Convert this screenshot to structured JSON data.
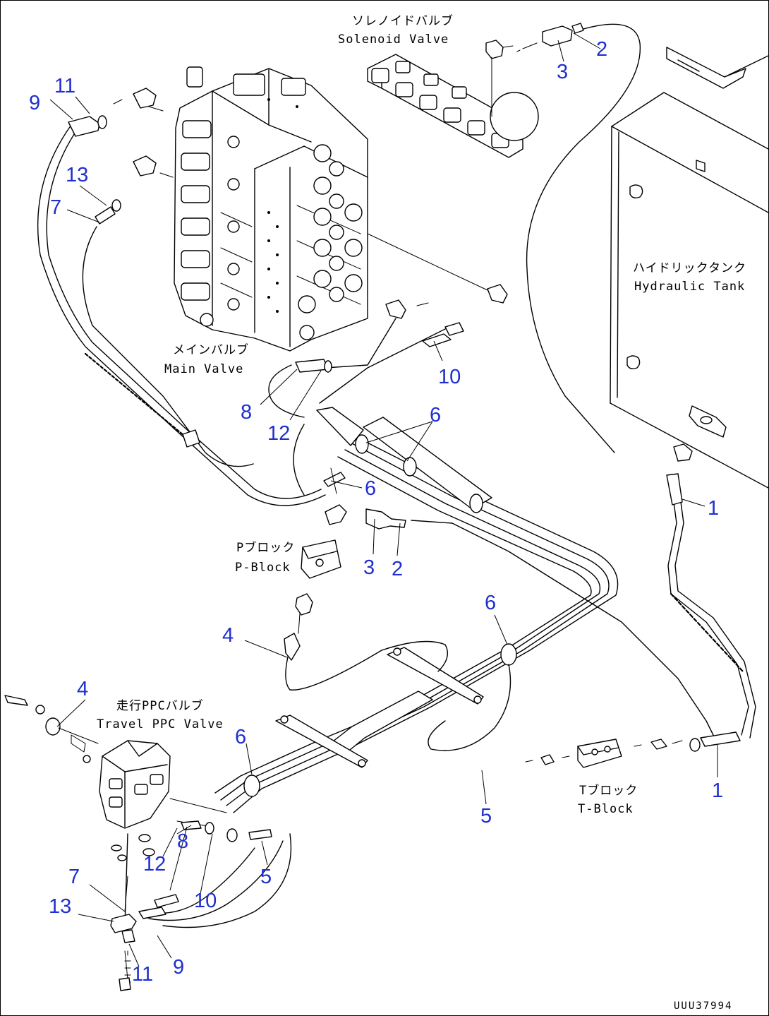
{
  "labels": {
    "solenoid_valve_jp": "ソレノイドバルブ",
    "solenoid_valve": "Solenoid Valve",
    "main_valve_jp": "メインバルブ",
    "main_valve": "Main Valve",
    "hydraulic_tank_jp": "ハイドリックタンク",
    "hydraulic_tank": "Hydraulic Tank",
    "p_block_jp": "Pブロック",
    "p_block": "P-Block",
    "travel_ppc_valve_jp": "走行PPCバルブ",
    "travel_ppc_valve": "Travel PPC Valve",
    "t_block_jp": "Tブロック",
    "t_block": "T-Block"
  },
  "drawing_code": "UUU37994",
  "callouts": [
    "1",
    "1",
    "2",
    "2",
    "3",
    "3",
    "4",
    "4",
    "5",
    "5",
    "6",
    "6",
    "6",
    "6",
    "7",
    "7",
    "8",
    "8",
    "9",
    "9",
    "10",
    "10",
    "11",
    "11",
    "12",
    "12",
    "13",
    "13"
  ],
  "colors": {
    "callout": "#1f2fd0",
    "line": "#000000",
    "background": "#ffffff"
  }
}
